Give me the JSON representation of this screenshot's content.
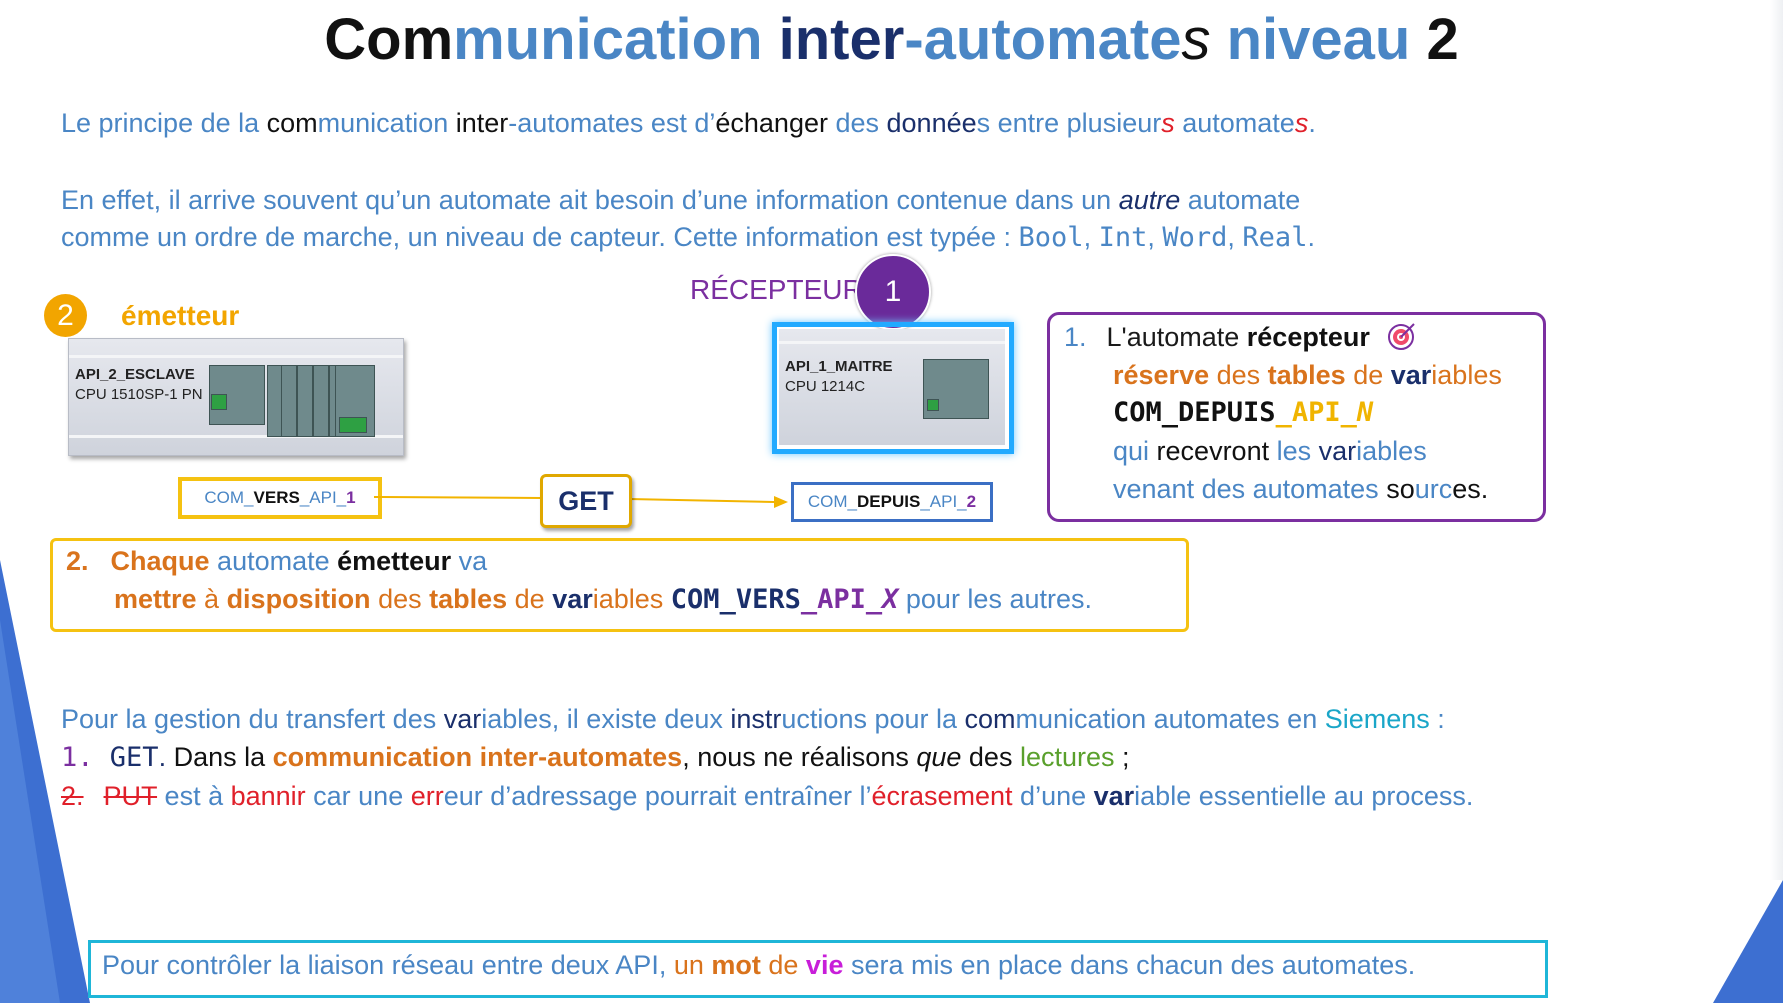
{
  "title": {
    "com": "Com",
    "munication": "munication",
    "inter": " inter",
    "automate": "-automate",
    "s": "s",
    "niveau": " niveau ",
    "two": "2"
  },
  "intro": {
    "p1": "Le principe de la ",
    "com": "com",
    "munication": "munication ",
    "inter": "inter",
    "automates": "-automates est d’",
    "echanger": "échanger",
    "des": " des ",
    "donnee": "donnée",
    "s_entre": "s entre plusieur",
    "s1": "s",
    "automate": " automate",
    "s2": "s",
    "dot": "."
  },
  "effet": {
    "line1a": "En effet, il arrive souvent qu’un automate ait besoin d’une information contenue dans un ",
    "autre": "autre",
    "line1b": " automate",
    "line2": "comme un ordre de marche, un niveau de capteur. Cette information est typée : ",
    "bool": "Bool",
    "int": "Int",
    "word": "Word",
    "real": "Real",
    "comma": ", ",
    "dot": "."
  },
  "emitter": {
    "badge": "2",
    "label": "émetteur",
    "plc_name": "API_2_ESCLAVE",
    "plc_cpu": "CPU 1510SP-1 PN",
    "tag_pre": "COM_",
    "tag_mid": "VERS",
    "tag_post": "_API_",
    "tag_num": "1"
  },
  "receiver": {
    "label": "RÉCEPTEUR",
    "badge": "1",
    "plc_name": "API_1_MAITRE",
    "plc_cpu": "CPU 1214C",
    "tag_pre": "COM_",
    "tag_mid": "DEPUIS",
    "tag_post": "_API_",
    "tag_num": "2"
  },
  "get_label": "GET",
  "note1": {
    "num": "1.",
    "l1a": "L'automate ",
    "l1b": "récepteur",
    "target_icon": "target-icon",
    "reserve": "réserve",
    "des": " des ",
    "tables": "tables",
    "de": " de ",
    "var": "var",
    "iables": "iables",
    "code_a": "COM_DEPUIS",
    "code_b": "_API_",
    "code_c": "N",
    "qui": "qui ",
    "recevront": "recevront",
    "les": " les ",
    "var2": "var",
    "iables2": "iables",
    "venant": "venant des automates ",
    "so": "so",
    "urc": "urc",
    "es": "es."
  },
  "note2": {
    "num": "2.",
    "chaque": "Chaque",
    "automate": " automate ",
    "emetteur": "émetteur",
    "va": " va",
    "mettre": "mettre",
    "a": " à ",
    "disposition": "disposition",
    "des": " des ",
    "tables": "tables",
    "de": " de ",
    "var": "var",
    "iables": "iables ",
    "code_a": "COM_VERS",
    "code_b": "_API_",
    "code_c": "X",
    "pour": " pour les autres."
  },
  "gestion": {
    "l1a": "Pour la gestion du transfert des ",
    "var": "var",
    "l1b": "iables, il existe deux ",
    "instr": "instr",
    "l1c": "uctions pour la ",
    "com": "com",
    "l1d": "munication automates en ",
    "siemens": "Siemens",
    "l1e": " :",
    "l2num": "1. ",
    "get": "GET",
    "l2a": ". ",
    "l2b": "Dans la ",
    "cia": "communication inter-automates",
    "l2c": ", nous ne réalisons ",
    "que": "que",
    "l2d": " des ",
    "lectures": "lectures",
    "l2e": " ;",
    "l3num": "2.",
    "put": "PUT",
    "l3a": " est à ",
    "bannir": "bannir",
    "l3b": " car une ",
    "err": "err",
    "l3c": "eur d’adressage pourrait entraîner l’",
    "ecrasement": "écrasement",
    "l3d": " d’une ",
    "var2": "var",
    "l3e": "iable essentielle au process."
  },
  "bottom": {
    "a": "Pour contrôler la liaison réseau entre deux API, ",
    "un": "un ",
    "mot": "mot",
    "de": " de ",
    "vie": "vie",
    "b": " sera mis en place dans chacun des automates."
  },
  "colors": {
    "blue": "#4a86c5",
    "navy": "#1a2f6b",
    "orange": "#d9731c",
    "purple": "#7b2fa0",
    "gold": "#f0b400",
    "red": "#e0202a",
    "note_border_purple": "#7b2fa0",
    "note_border_gold": "#f5c211",
    "bottom_border": "#1fb6d8"
  }
}
